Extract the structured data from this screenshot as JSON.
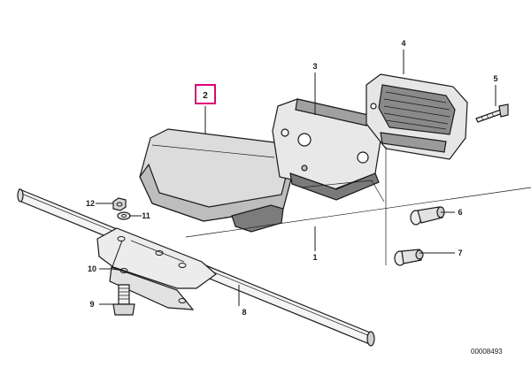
{
  "diagram": {
    "reference_number": "00008493",
    "selected_part": "2",
    "highlight_color": "#e0007a",
    "callouts": {
      "p1": "1",
      "p2": "2",
      "p3": "3",
      "p4": "4",
      "p5": "5",
      "p6": "6",
      "p7": "7",
      "p8": "8",
      "p9": "9",
      "p10": "10",
      "p11": "11",
      "p12": "12"
    }
  }
}
